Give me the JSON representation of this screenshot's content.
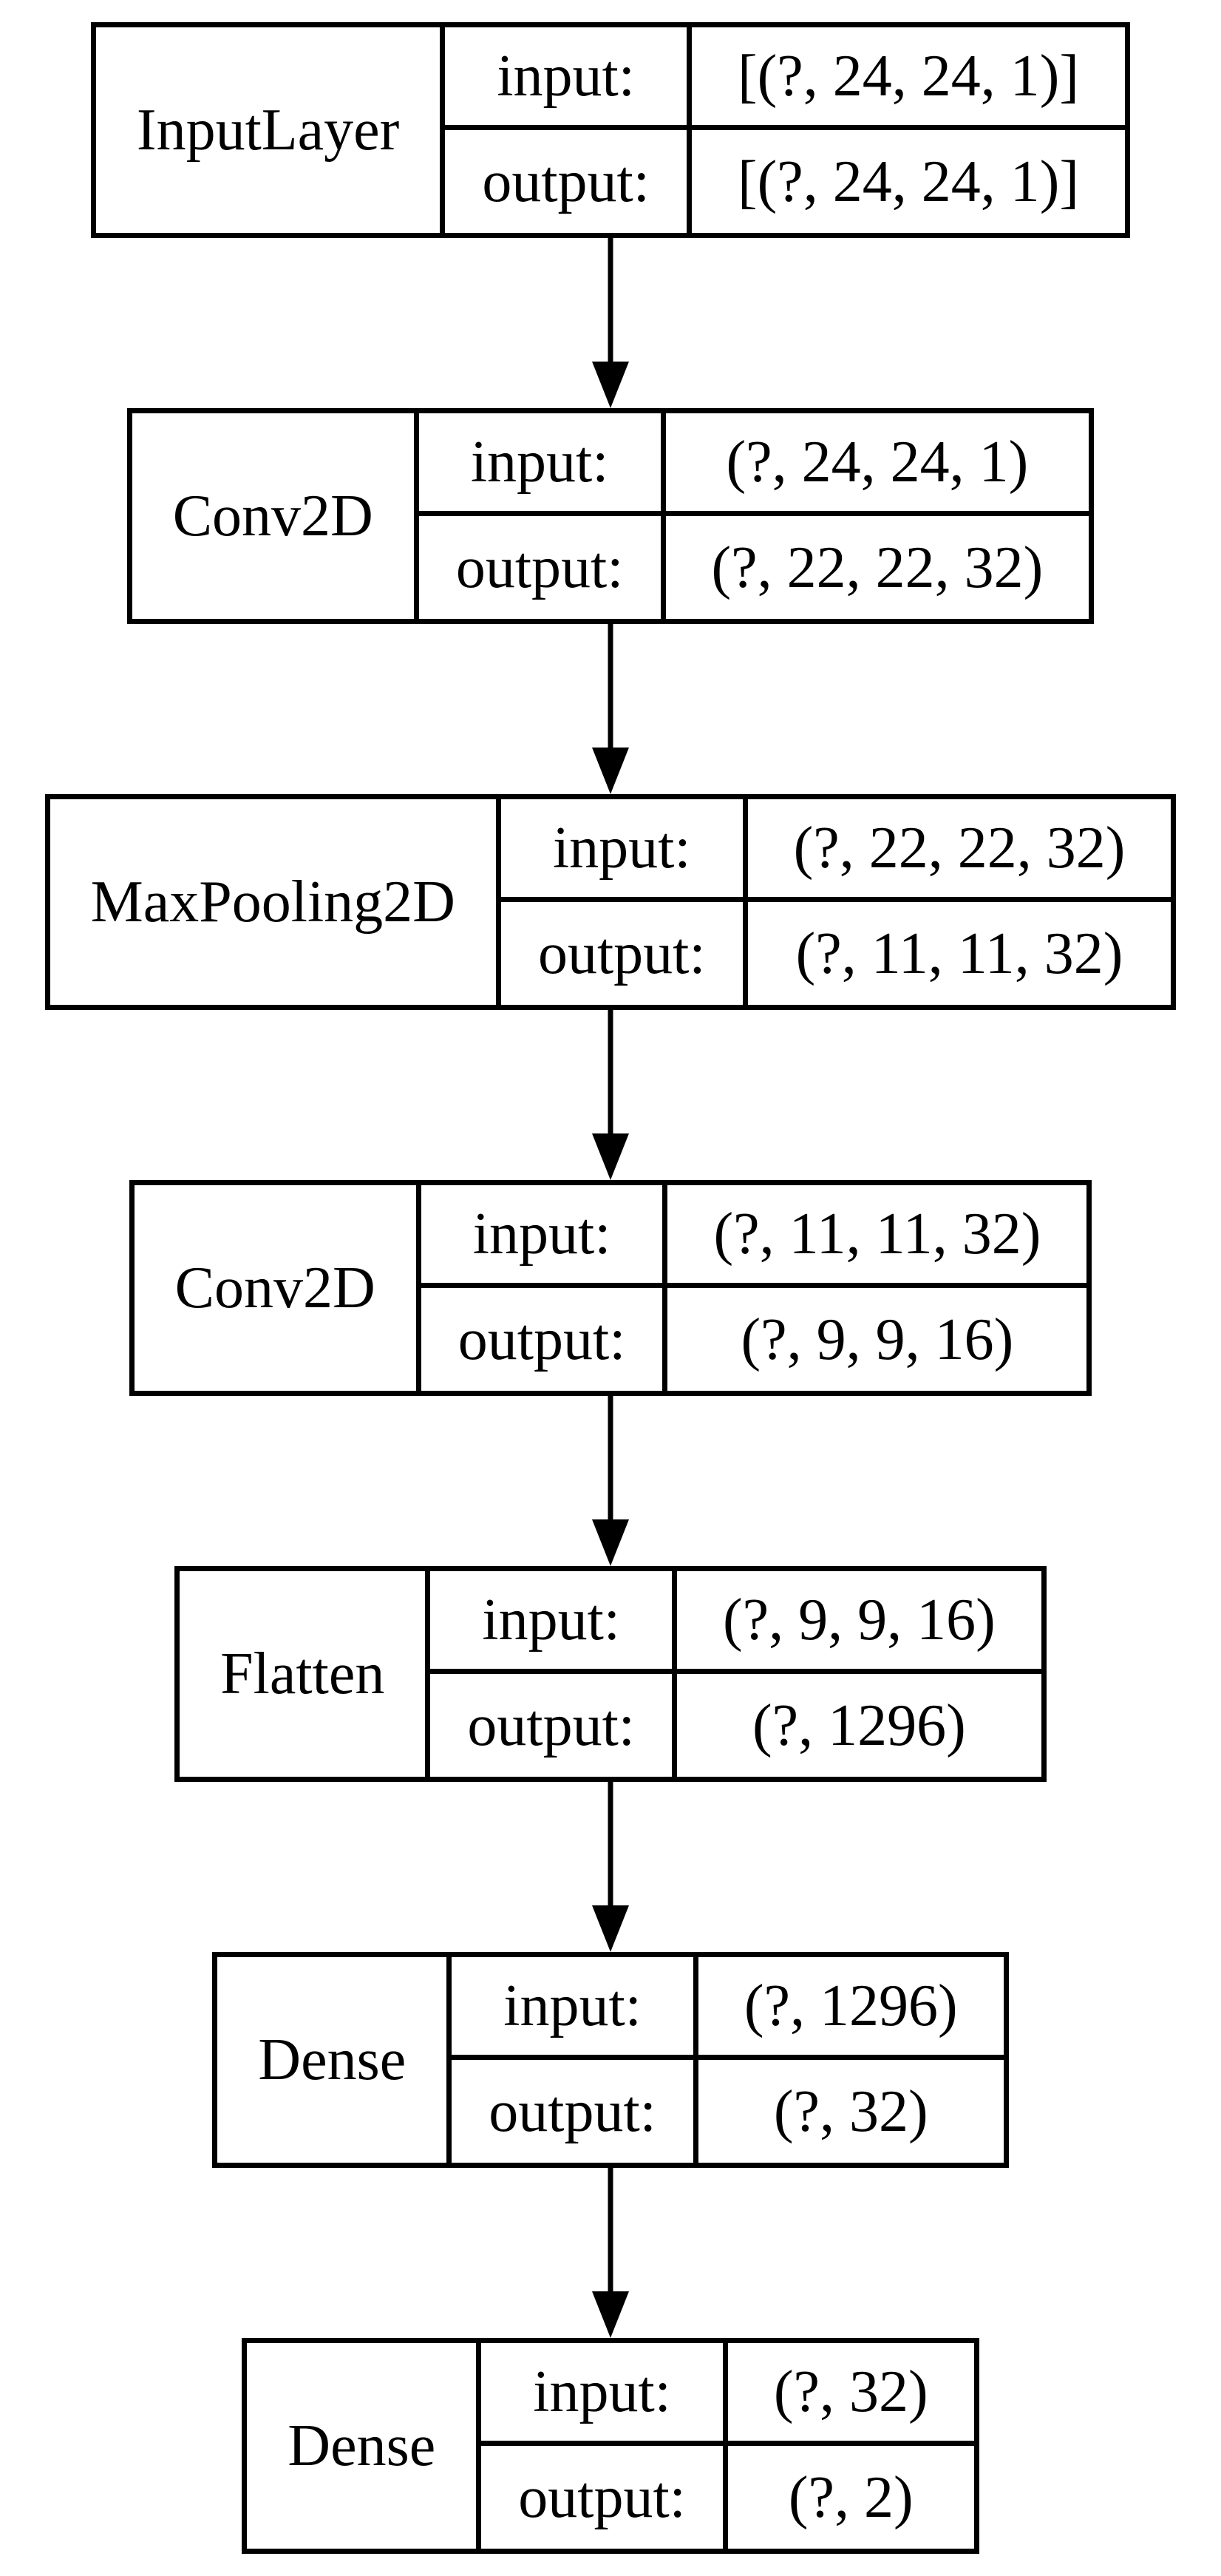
{
  "diagram": {
    "type": "neural-network-layer-graph",
    "background_color": "#ffffff",
    "line_color": "#000000",
    "labels": {
      "input": "input:",
      "output": "output:"
    },
    "layers": [
      {
        "name": "InputLayer",
        "input_shape": "[(?, 24, 24, 1)]",
        "output_shape": "[(?, 24, 24, 1)]"
      },
      {
        "name": "Conv2D",
        "input_shape": "(?, 24, 24, 1)",
        "output_shape": "(?, 22, 22, 32)"
      },
      {
        "name": "MaxPooling2D",
        "input_shape": "(?, 22, 22, 32)",
        "output_shape": "(?, 11, 11, 32)"
      },
      {
        "name": "Conv2D",
        "input_shape": "(?, 11, 11, 32)",
        "output_shape": "(?, 9, 9, 16)"
      },
      {
        "name": "Flatten",
        "input_shape": "(?, 9, 9, 16)",
        "output_shape": "(?, 1296)"
      },
      {
        "name": "Dense",
        "input_shape": "(?, 1296)",
        "output_shape": "(?, 32)"
      },
      {
        "name": "Dense",
        "input_shape": "(?, 32)",
        "output_shape": "(?, 2)"
      }
    ]
  }
}
